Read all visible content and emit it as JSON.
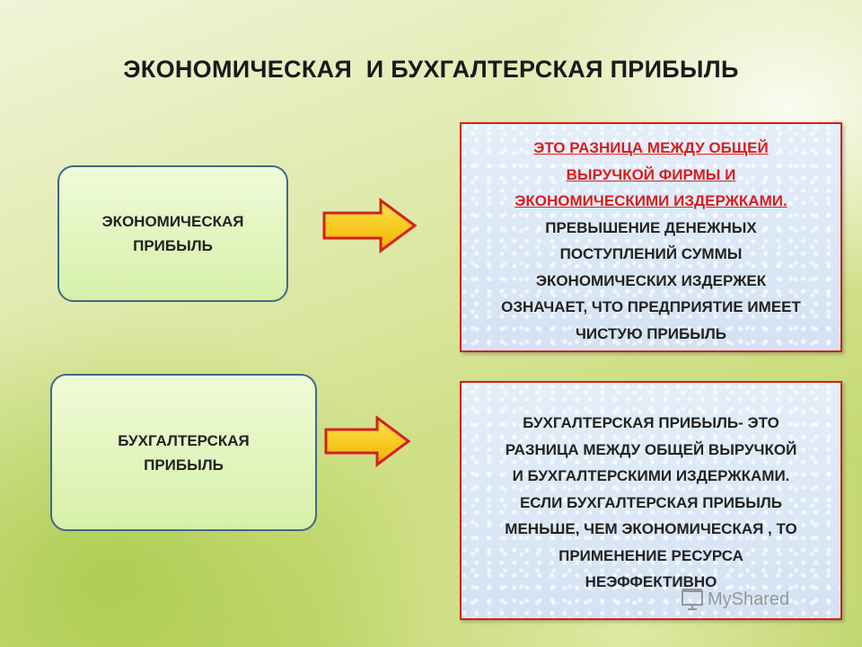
{
  "title": "ЭКОНОМИЧЕСКАЯ  И БУХГАЛТЕРСКАЯ ПРИБЫЛЬ",
  "economic": {
    "label_line1": "ЭКОНОМИЧЕСКАЯ",
    "label_line2": "ПРИБЫЛЬ",
    "definition_red": [
      "ЭТО  РАЗНИЦА МЕЖДУ ОБЩЕЙ",
      "ВЫРУЧКОЙ  ФИРМЫ И",
      "ЭКОНОМИЧЕСКИМИ ИЗДЕРЖКАМИ."
    ],
    "definition_rest": [
      "ПРЕВЫШЕНИЕ ДЕНЕЖНЫХ",
      "ПОСТУПЛЕНИЙ СУММЫ",
      "ЭКОНОМИЧЕСКИХ  ИЗДЕРЖЕК",
      "ОЗНАЧАЕТ, ЧТО ПРЕДПРИЯТИЕ ИМЕЕТ",
      "ЧИСТУЮ ПРИБЫЛЬ"
    ]
  },
  "accounting": {
    "label_line1": "БУХГАЛТЕРСКАЯ",
    "label_line2": "ПРИБЫЛЬ",
    "definition": [
      "БУХГАЛТЕРСКАЯ  ПРИБЫЛЬ- ЭТО",
      "РАЗНИЦА МЕЖДУ ОБЩЕЙ ВЫРУЧКОЙ",
      "И БУХГАЛТЕРСКИМИ  ИЗДЕРЖКАМИ.",
      "ЕСЛИ БУХГАЛТЕРСКАЯ  ПРИБЫЛЬ",
      "МЕНЬШЕ, ЧЕМ ЭКОНОМИЧЕСКАЯ , ТО",
      "ПРИМЕНЕНИЕ РЕСУРСА",
      "НЕЭФФЕКТИВНО"
    ]
  },
  "watermark": "MyShared",
  "colors": {
    "arrow_fill": "#f6c400",
    "arrow_stroke": "#d42020",
    "definition_border": "#d42020",
    "term_border": "#3d6a86"
  }
}
